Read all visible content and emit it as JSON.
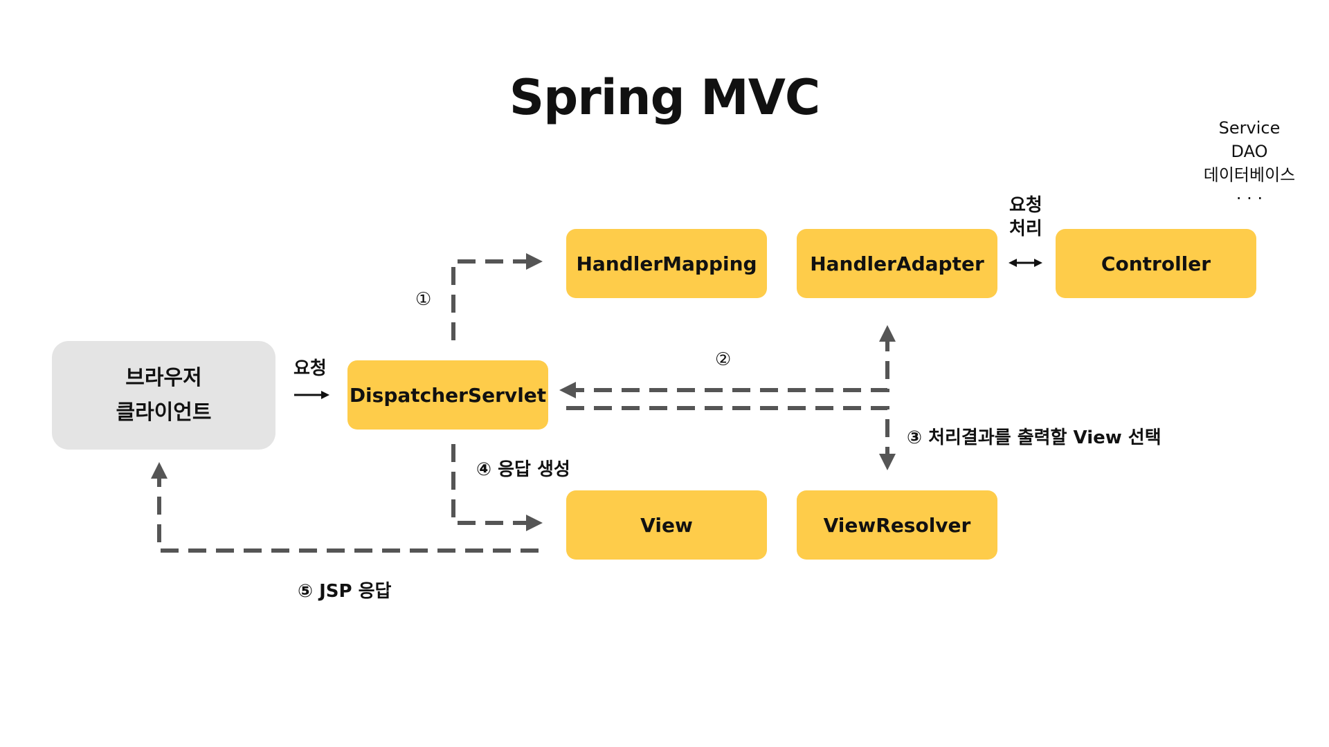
{
  "title": "Spring MVC",
  "nodes": {
    "browser": {
      "line1": "브라우저",
      "line2": "클라이언트"
    },
    "dispatcher": "DispatcherServlet",
    "handler_mapping": "HandlerMapping",
    "handler_adapter": "HandlerAdapter",
    "controller": "Controller",
    "view": "View",
    "view_resolver": "ViewResolver"
  },
  "labels": {
    "request": "요청",
    "request_process_line1": "요청",
    "request_process_line2": "처리",
    "step1": "①",
    "step2": "②",
    "step3": "③ 처리결과를 출력할 View 선택",
    "step4": "④ 응답 생성",
    "step5": "⑤ JSP 응답"
  },
  "backend_stack": [
    "Service",
    "DAO",
    "데이터베이스",
    "· · ·"
  ],
  "colors": {
    "node_fill": "#fecc4a",
    "client_fill": "#e4e4e4",
    "dashed_line": "#555555",
    "text": "#111111"
  }
}
